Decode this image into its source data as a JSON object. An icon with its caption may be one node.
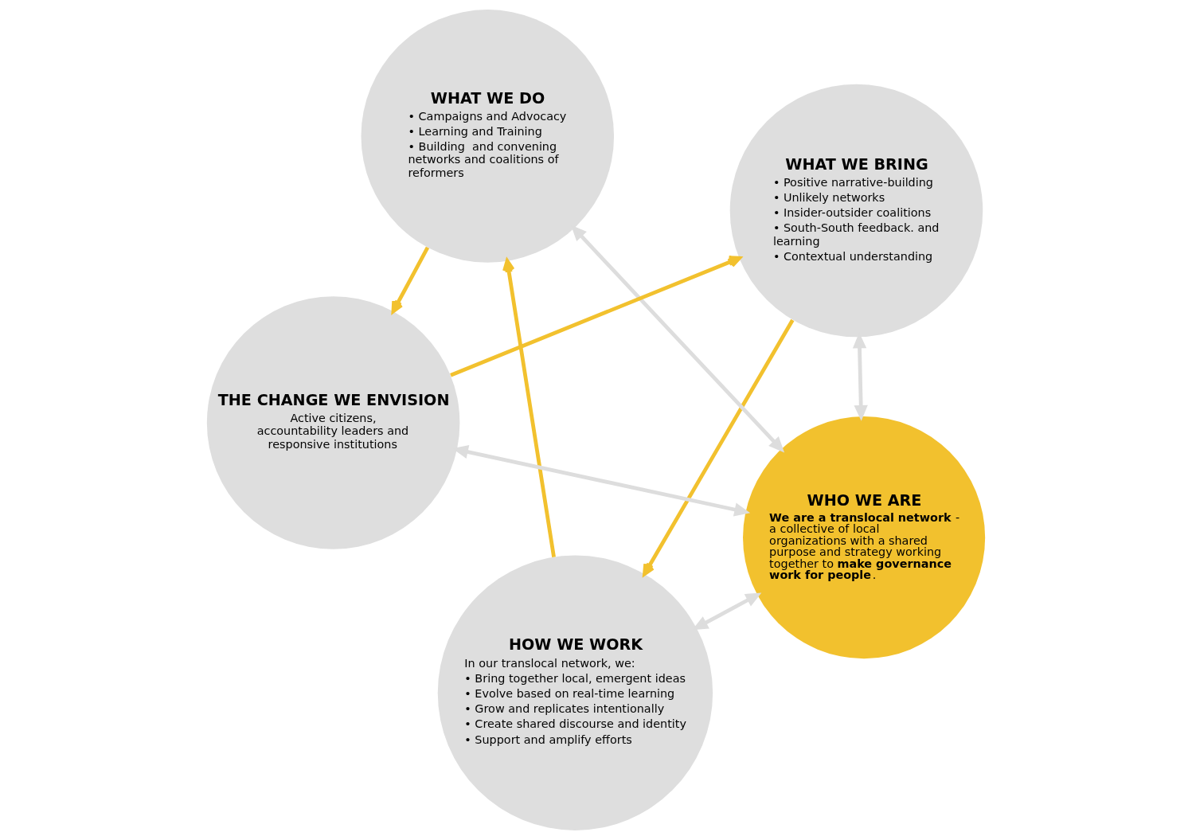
{
  "diagram": {
    "nodes": [
      {
        "text": [
          "WHAT WE BRING",
          "• Positive narrative-building",
          "• Unlikely networks",
          "• Insider-outsider coalitions",
          "• South-South feedback. and learning",
          "• Contextual understanding"
        ]
      },
      {
        "text": [
          "HOW WE WORK",
          "In our translocal network, we:",
          "• Bring together local, emergent ideas",
          "• Evolve based on real-time learning",
          "• Grow and replicates intentionally",
          "• Create shared discourse and identity",
          "• Support and amplify efforts"
        ]
      },
      {
        "text": [
          "WHO WE ARE",
          "**We are a translocal network** - a collective of local organizations with a shared purpose and strategy working together to **make governance work for people**."
        ]
      },
      {
        "text": [
          "THE CHANGE WE ENVISION",
          "Active citizens, accountability leaders and responsive institutions"
        ]
      },
      {
        "text": [
          "WHAT WE DO",
          "• Campaigns and Advocacy",
          "• Learning and Training",
          "• Building  and convening networks and coalitions of reformers"
        ]
      }
    ],
    "edges": [
      {
        "from": 0,
        "to": 1,
        "arrow": "to",
        "color": "#f2c12e"
      },
      {
        "from": 1,
        "to": 4,
        "arrow": "to",
        "color": "#f2c12e"
      },
      {
        "from": 4,
        "to": 3,
        "arrow": "to",
        "color": "#f2c12e"
      },
      {
        "from": 3,
        "to": 0,
        "arrow": "to",
        "color": "#f2c12e"
      },
      {
        "from": 2,
        "to": 0,
        "arrow": "both",
        "color": "#dddddd"
      },
      {
        "from": 2,
        "to": 1,
        "arrow": "both",
        "color": "#dddddd"
      },
      {
        "from": 2,
        "to": 3,
        "arrow": "both",
        "color": "#dddddd"
      },
      {
        "from": 2,
        "to": 4,
        "arrow": "both",
        "color": "#dddddd"
      }
    ]
  }
}
